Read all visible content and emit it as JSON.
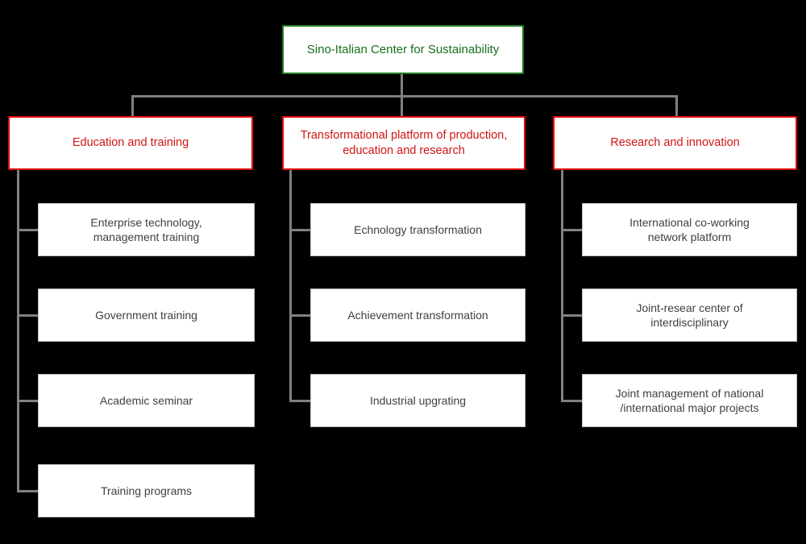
{
  "diagram": {
    "title": "Sino-Italian Center for Sustainability organizational chart",
    "type": "org-chart",
    "background_color": "#000000",
    "colors": {
      "root_border": "#1f7a1f",
      "root_text": "#17701c",
      "division_border": "#e00000",
      "division_text": "#d11414",
      "leaf_border": "#bfbfbf",
      "leaf_text": "#404040",
      "connector": "#808080",
      "node_fill": "#ffffff"
    }
  },
  "root": {
    "label": "Sino-Italian Center for Sustainability"
  },
  "divisions": [
    {
      "label": "Education and training",
      "children": [
        {
          "label": "Enterprise technology,\nmanagement training"
        },
        {
          "label": "Government training"
        },
        {
          "label": "Academic seminar"
        },
        {
          "label": "Training programs"
        }
      ]
    },
    {
      "label": "Transformational platform of production,\neducation and research",
      "children": [
        {
          "label": "Echnology transformation"
        },
        {
          "label": "Achievement transformation"
        },
        {
          "label": "Industrial upgrating"
        }
      ]
    },
    {
      "label": "Research and innovation",
      "children": [
        {
          "label": "International co-working\nnetwork platform"
        },
        {
          "label": "Joint-resear center of\ninterdisciplinary"
        },
        {
          "label": "Joint management of national\n/international major projects"
        }
      ]
    }
  ]
}
